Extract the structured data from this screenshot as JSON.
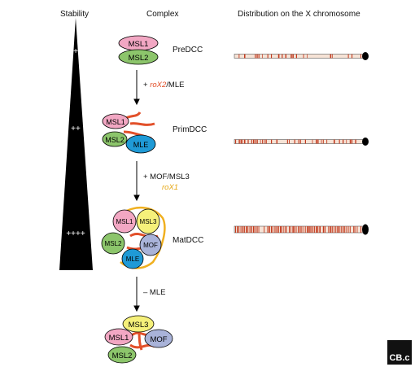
{
  "headers": {
    "stability": "Stability",
    "complex": "Complex",
    "distribution": "Distribution on the X chromosome"
  },
  "stability_levels": [
    "+",
    "++",
    "++++"
  ],
  "complexes": {
    "predcc": "PreDCC",
    "primdcc": "PrimDCC",
    "matdcc": "MatDCC"
  },
  "steps": {
    "step1_prefix": "+ ",
    "step1_rna": "roX2",
    "step1_suffix": "/MLE",
    "step2_main": "+ MOF/MSL3",
    "step2_rna": "roX1",
    "step3": "– MLE"
  },
  "proteins": {
    "msl1": "MSL1",
    "msl2": "MSL2",
    "msl3": "MSL3",
    "mle": "MLE",
    "mof": "MOF"
  },
  "logo": "CB.c",
  "colors": {
    "msl1": "#f2a7c3",
    "msl2": "#8cc56b",
    "msl3": "#f5f07a",
    "mle": "#1f9ad6",
    "mof": "#a9b3d9",
    "rox_red": "#e2502a",
    "rox_gold": "#f0b020",
    "stripe": "#c23a1e",
    "chrom_bg": "#f6e3d6",
    "stability_fill": "#000000"
  },
  "chromosome_density": [
    0.25,
    0.45,
    0.85
  ]
}
